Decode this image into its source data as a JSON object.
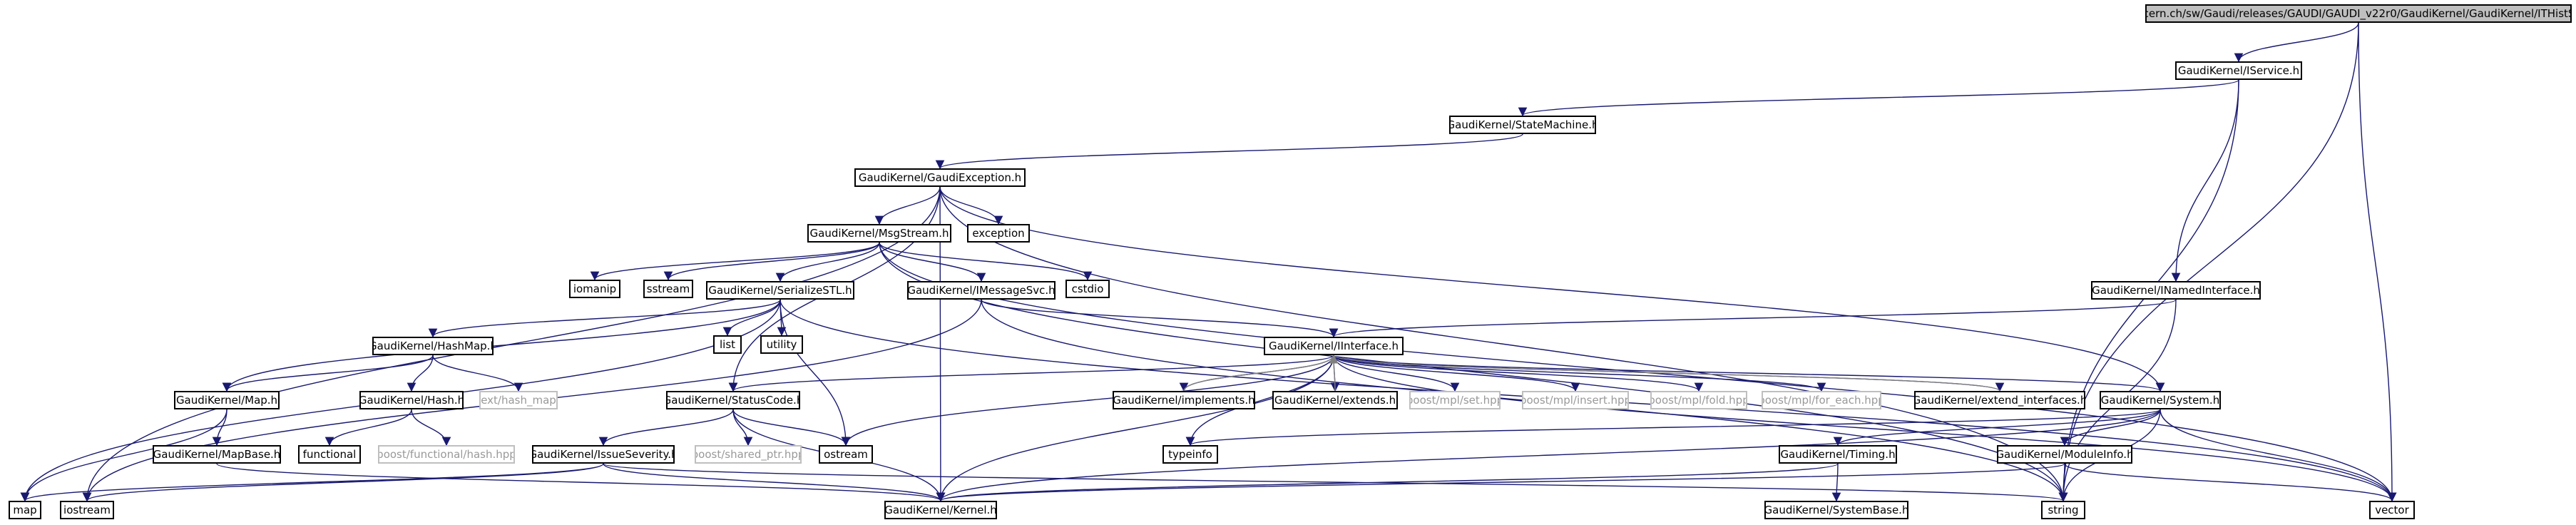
{
  "diagram": {
    "colors": {
      "edge_main": "#191970",
      "edge_reverse": "#7f7f7f",
      "node_border": "#000000",
      "root_fill": "#bfbfbf",
      "missing_border": "#bfbfbf",
      "missing_text": "#999999"
    },
    "nodes": {
      "ithistsvc": {
        "label": "/afs/cern.ch/sw/Gaudi/releases/GAUDI/GAUDI_v22r0/GaudiKernel/GaudiKernel/ITHistSvc.h"
      },
      "iservice": {
        "label": "GaudiKernel/IService.h"
      },
      "statemachine": {
        "label": "GaudiKernel/StateMachine.h"
      },
      "gaudiexception": {
        "label": "GaudiKernel/GaudiException.h"
      },
      "msgstream": {
        "label": "GaudiKernel/MsgStream.h"
      },
      "exception": {
        "label": "exception"
      },
      "inamedinterface": {
        "label": "GaudiKernel/INamedInterface.h"
      },
      "iomanip": {
        "label": "iomanip"
      },
      "sstream": {
        "label": "sstream"
      },
      "serializestl": {
        "label": "GaudiKernel/SerializeSTL.h"
      },
      "imessagesvc": {
        "label": "GaudiKernel/IMessageSvc.h"
      },
      "cstdio": {
        "label": "cstdio"
      },
      "list": {
        "label": "list"
      },
      "utility": {
        "label": "utility"
      },
      "hashmap": {
        "label": "GaudiKernel/HashMap.h"
      },
      "iinterface": {
        "label": "GaudiKernel/IInterface.h"
      },
      "kmap": {
        "label": "GaudiKernel/Map.h"
      },
      "hash": {
        "label": "GaudiKernel/Hash.h"
      },
      "exthashmap": {
        "label": "ext/hash_map"
      },
      "statuscode": {
        "label": "GaudiKernel/StatusCode.h"
      },
      "implements": {
        "label": "GaudiKernel/implements.h"
      },
      "extends": {
        "label": "GaudiKernel/extends.h"
      },
      "mplset": {
        "label": "boost/mpl/set.hpp"
      },
      "mplinsert": {
        "label": "boost/mpl/insert.hpp"
      },
      "mplfold": {
        "label": "boost/mpl/fold.hpp"
      },
      "mplforeach": {
        "label": "boost/mpl/for_each.hpp"
      },
      "extendinterfaces": {
        "label": "GaudiKernel/extend_interfaces.h"
      },
      "system": {
        "label": "GaudiKernel/System.h"
      },
      "mapbase": {
        "label": "GaudiKernel/MapBase.h"
      },
      "functional": {
        "label": "functional"
      },
      "boosthash": {
        "label": "boost/functional/hash.hpp"
      },
      "issueseverity": {
        "label": "GaudiKernel/IssueSeverity.h"
      },
      "sharedptr": {
        "label": "boost/shared_ptr.hpp"
      },
      "ostream": {
        "label": "ostream"
      },
      "typeinfo": {
        "label": "typeinfo"
      },
      "timing": {
        "label": "GaudiKernel/Timing.h"
      },
      "moduleinfo": {
        "label": "GaudiKernel/ModuleInfo.h"
      },
      "map": {
        "label": "map"
      },
      "iostream": {
        "label": "iostream"
      },
      "kernel": {
        "label": "GaudiKernel/Kernel.h"
      },
      "systembase": {
        "label": "GaudiKernel/SystemBase.h"
      },
      "string": {
        "label": "string"
      },
      "vector": {
        "label": "vector"
      }
    }
  }
}
